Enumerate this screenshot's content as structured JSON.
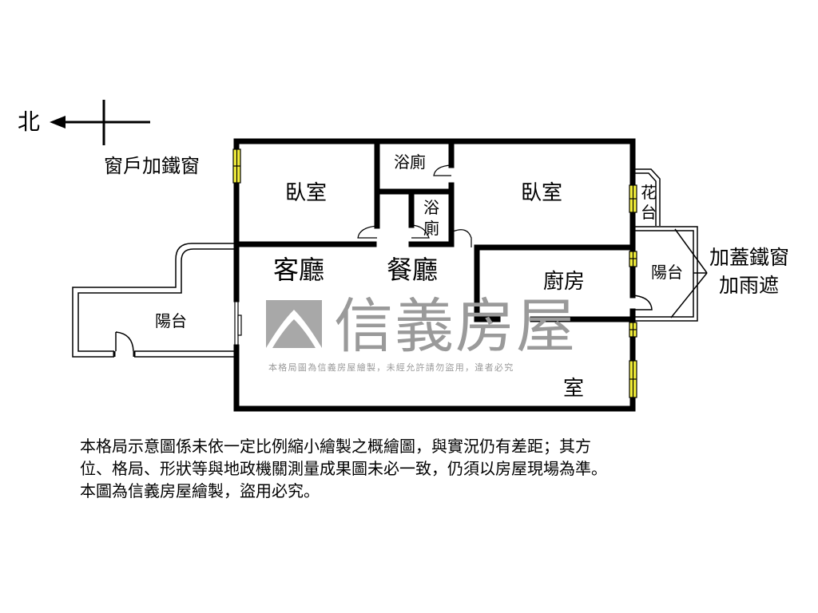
{
  "compass": {
    "north_label": "北"
  },
  "callouts": {
    "window_left": "窗戶加鐵窗",
    "balcony_right": [
      "加蓋鐵窗",
      "加雨遮"
    ]
  },
  "rooms": {
    "bedroom_left": "臥室",
    "bath_top": "浴廁",
    "bath_lower": [
      "浴",
      "廁"
    ],
    "bedroom_right": "臥室",
    "planter": [
      "花",
      "台"
    ],
    "balcony_right": "陽台",
    "kitchen": "廚房",
    "living": "客廳",
    "dining": "餐廳",
    "room_lower": "室",
    "balcony_left": "陽台"
  },
  "watermark": {
    "brand": "信義房屋",
    "notice": "本格局圖為信義房屋繪製，未經允許請勿盜用，違者必究"
  },
  "disclaimer": [
    "本格局示意圖係未依一定比例縮小繪製之概繪圖，與實況仍有差距；其方",
    "位、格局、形狀等與地政機關測量成果圖未必一致，仍須以房屋現場為準。",
    "本圖為信義房屋繪製，盜用必究。"
  ],
  "colors": {
    "wall": "#000000",
    "window": "#f2ee3a",
    "watermark": "#9a9a9a"
  }
}
